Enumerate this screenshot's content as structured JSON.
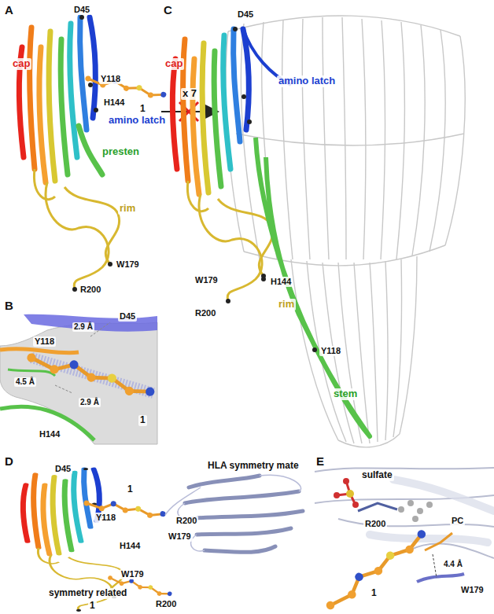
{
  "diagram": {
    "labels": [
      "A",
      "D45",
      "Y118",
      "1",
      "cap",
      "H144",
      "amino latch",
      "presten",
      "rim",
      "W179",
      "R200",
      "x 7",
      "C",
      "D45",
      "cap",
      "amino latch",
      "W179",
      "H144",
      "R200",
      "rim",
      "Y118",
      "stem",
      "B",
      "D45",
      "2.9 Å",
      "Y118",
      "4.5 Å",
      "2.9 Å",
      "H144",
      "1",
      "D",
      "D45",
      "1",
      "Y118",
      "R200",
      "W179",
      "HLA symmetry mate",
      "H144",
      "W179",
      "symmetry related",
      "1",
      "R200",
      "E",
      "sulfate",
      "R200",
      "PC",
      "4.4 Å",
      "W179",
      "1"
    ]
  }
}
